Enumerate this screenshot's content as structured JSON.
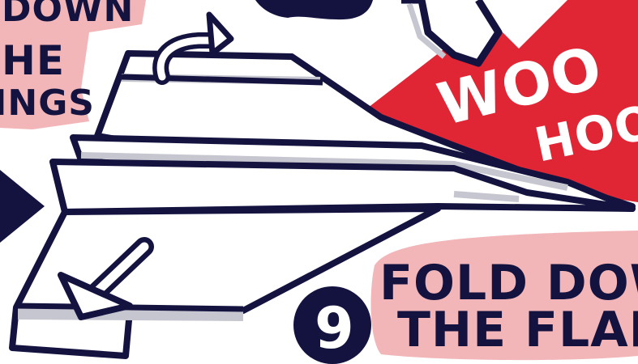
{
  "colors": {
    "ink": "#14133f",
    "accent_red": "#e02634",
    "label_pink": "#f2b6b9",
    "shadow_grey": "#c6c6d0",
    "paper": "#ffffff"
  },
  "left_label": {
    "line1": "DOWN",
    "line2": "HE",
    "line3": "INGS"
  },
  "burst": {
    "line1": "WOO",
    "line2": "HOO"
  },
  "step": {
    "number": "9",
    "line1": "FOLD DOWN",
    "line2": "THE FLAP"
  },
  "icons": {
    "fold_arrow_top": "curved-arrow-icon",
    "fold_arrow_bottom": "down-left-arrow-icon",
    "left_play": "play-triangle-icon"
  }
}
